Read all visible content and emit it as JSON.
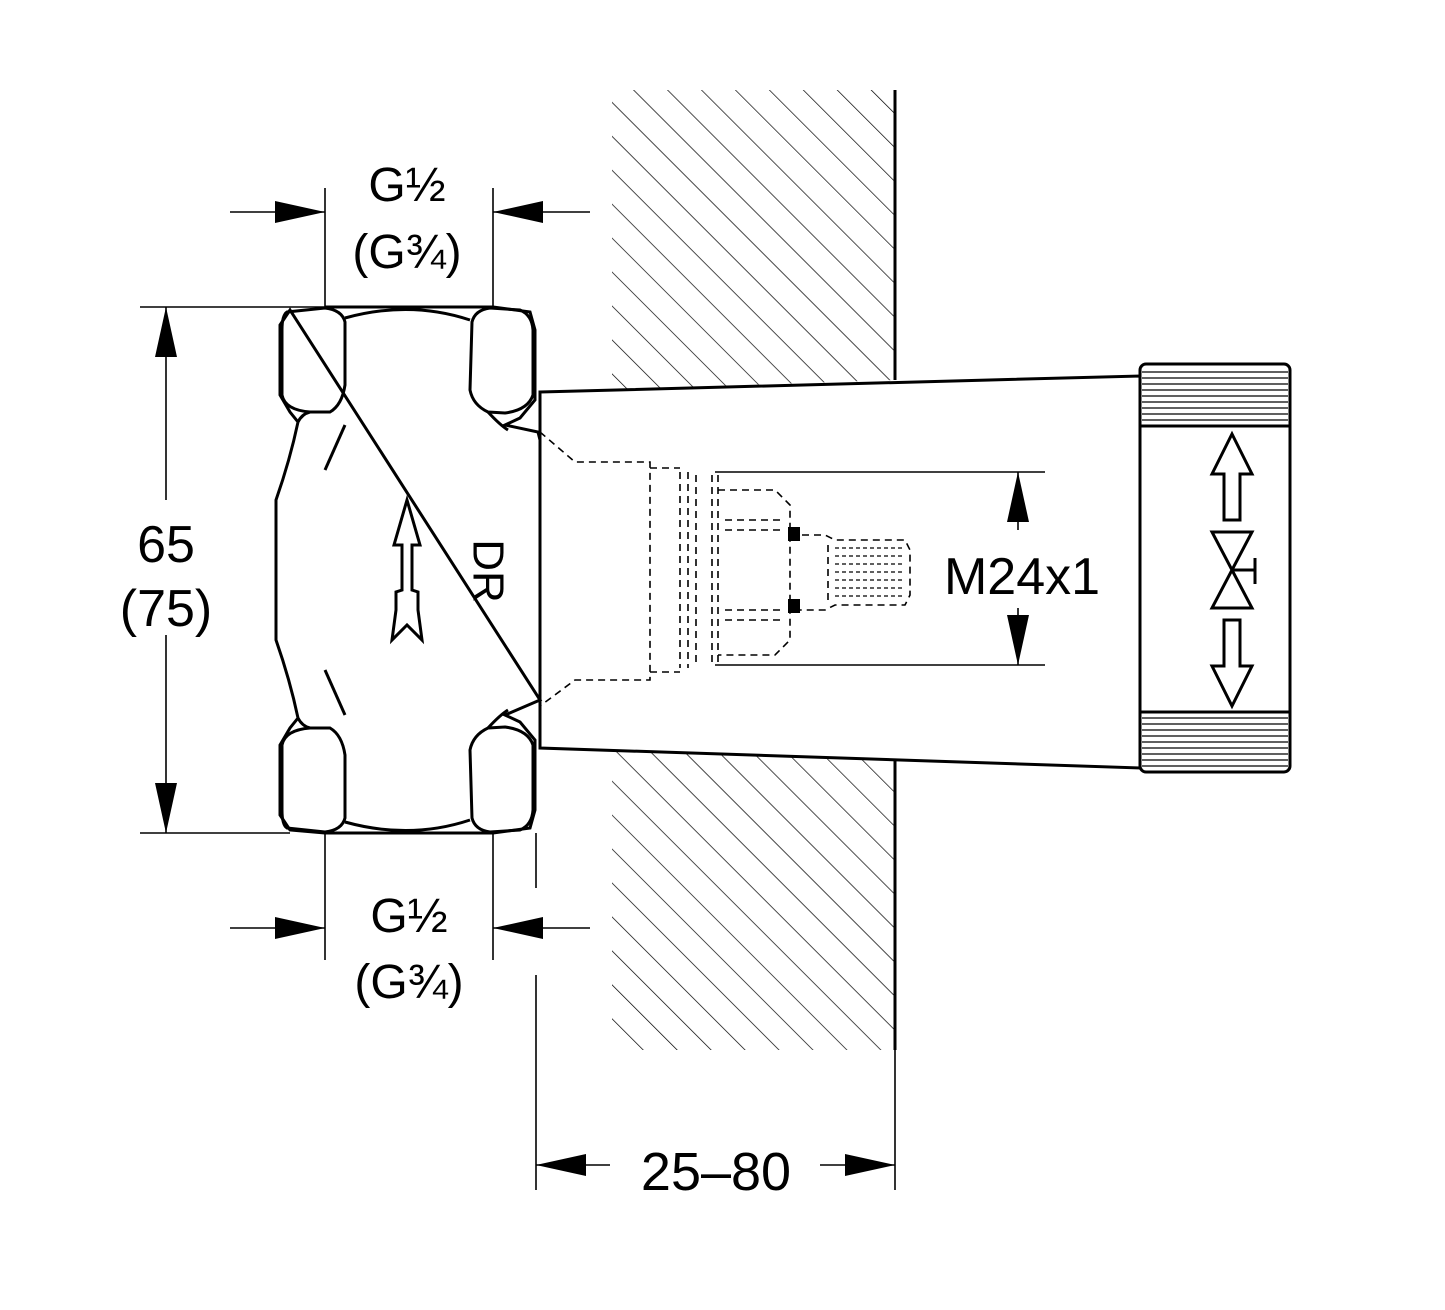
{
  "dimensions": {
    "inlet_top": {
      "primary": "G½",
      "alternate": "(G¾)"
    },
    "inlet_bottom": {
      "primary": "G½",
      "alternate": "(G¾)"
    },
    "height": {
      "primary": "65",
      "alternate": "(75)"
    },
    "thread": "M24x1",
    "depth": "25–80"
  },
  "body_marking": "DR",
  "colors": {
    "ink": "#000000",
    "background": "#ffffff"
  }
}
